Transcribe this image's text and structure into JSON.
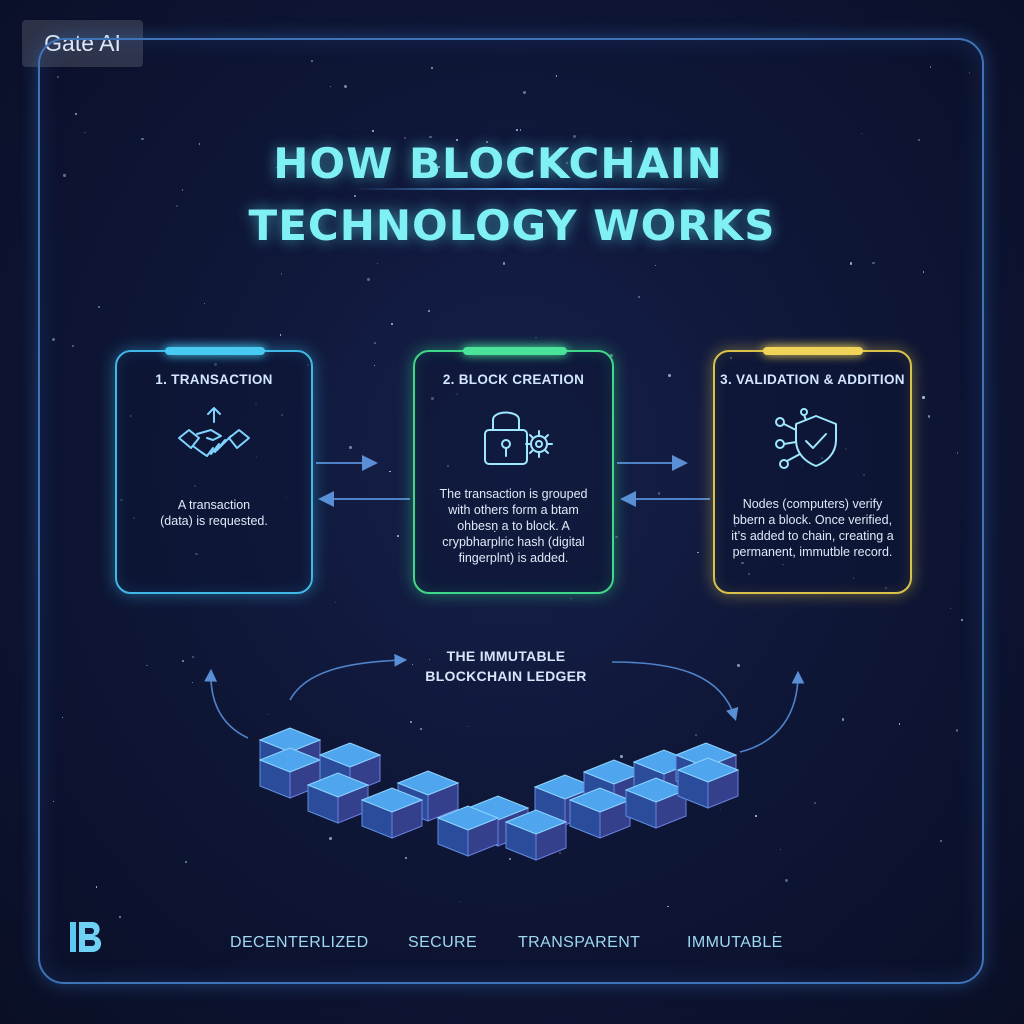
{
  "watermark": "Gate AI",
  "title": {
    "line1": "HOW BLOCKCHAIN",
    "line2": "TECHNOLOGY WORKS"
  },
  "cards": [
    {
      "title": "1. TRANSACTION",
      "icon": "handshake-icon",
      "lines": [
        "A transaction",
        "(data) is requested."
      ],
      "accent": "#48c9f2"
    },
    {
      "title": "2. BLOCK CREATION",
      "icon": "lock-gear-icon",
      "lines": [
        "The transaction is grouped",
        "with others form a btam",
        "ohbesṇ a  to block. A",
        "crypbharplric hash (digital",
        "fingerplnt) is added."
      ],
      "accent": "#4be39a"
    },
    {
      "title": "3. VALIDATION & ADDITION",
      "icon": "shield-check-icon",
      "lines": [
        "Nodes (computers) verify",
        "bbern a block. Once verified,",
        "it’s added to chain, creating a",
        "permanent, immutble record."
      ],
      "accent": "#f0d45a"
    }
  ],
  "ledger": {
    "line1": "THE IMMUTABLE",
    "line2": "BLOCKCHAIN LEDGER"
  },
  "footer": {
    "items": [
      "DECENTERLIZED",
      "SECURE",
      "TRANSPARENT",
      "IMMUTABLE"
    ]
  },
  "logo_icon": "blockchain-b-logo"
}
